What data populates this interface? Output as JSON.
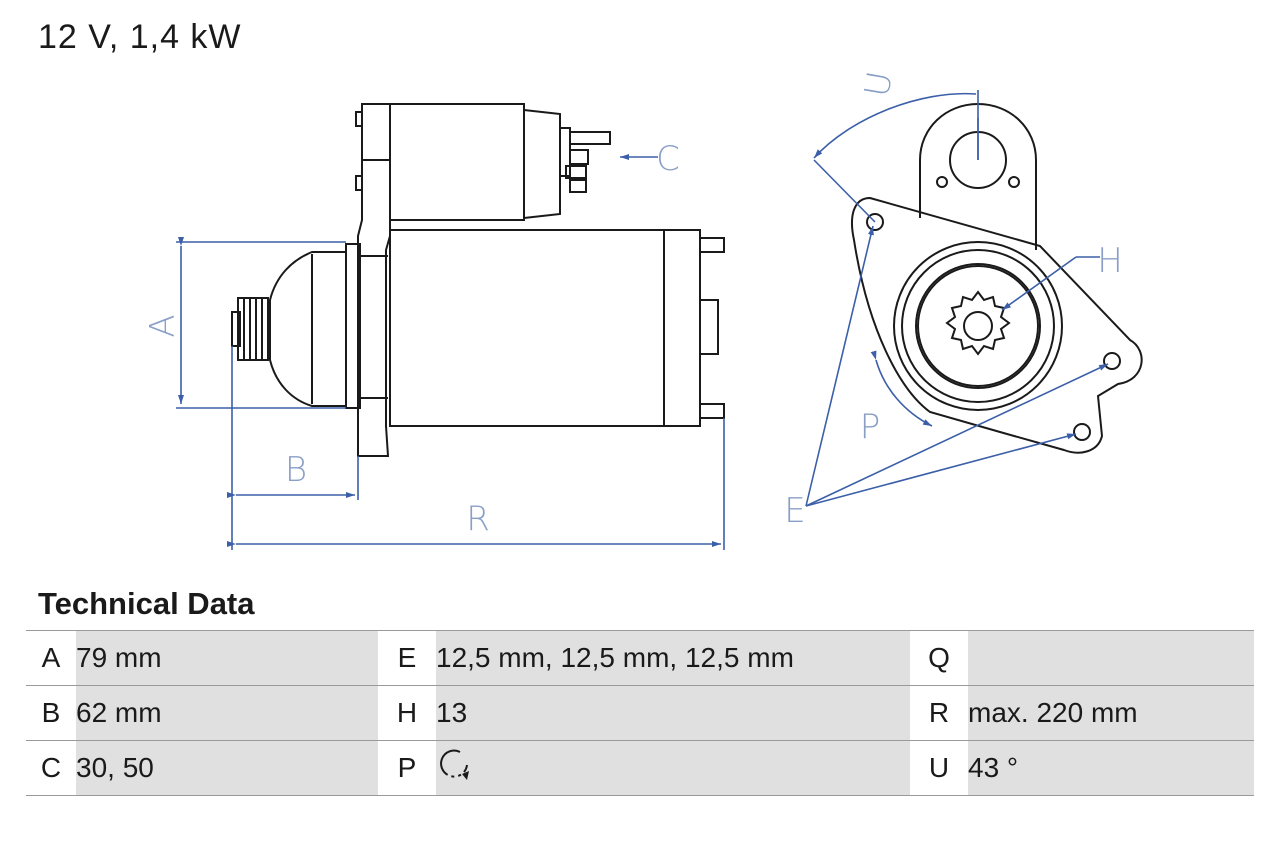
{
  "header": {
    "title": "12 V, 1,4 kW"
  },
  "drawing": {
    "labels": {
      "a": "A",
      "b": "B",
      "c": "C",
      "r": "R",
      "u": "U",
      "h": "H",
      "p": "P",
      "e": "E"
    }
  },
  "specs": {
    "heading": "Technical Data",
    "rows": [
      [
        {
          "key": "A",
          "value": "79 mm"
        },
        {
          "key": "E",
          "value": "12,5 mm, 12,5 mm, 12,5 mm"
        },
        {
          "key": "Q",
          "value": ""
        }
      ],
      [
        {
          "key": "B",
          "value": "62 mm"
        },
        {
          "key": "H",
          "value": "13"
        },
        {
          "key": "R",
          "value": "max. 220 mm"
        }
      ],
      [
        {
          "key": "C",
          "value": "30, 50"
        },
        {
          "key": "P",
          "value": "",
          "icon": "clockwise-rotation-icon"
        },
        {
          "key": "U",
          "value": "43 °"
        }
      ]
    ]
  },
  "colors": {
    "dimension_line": "#3b5fa8",
    "table_fill": "#e0e0e0"
  }
}
